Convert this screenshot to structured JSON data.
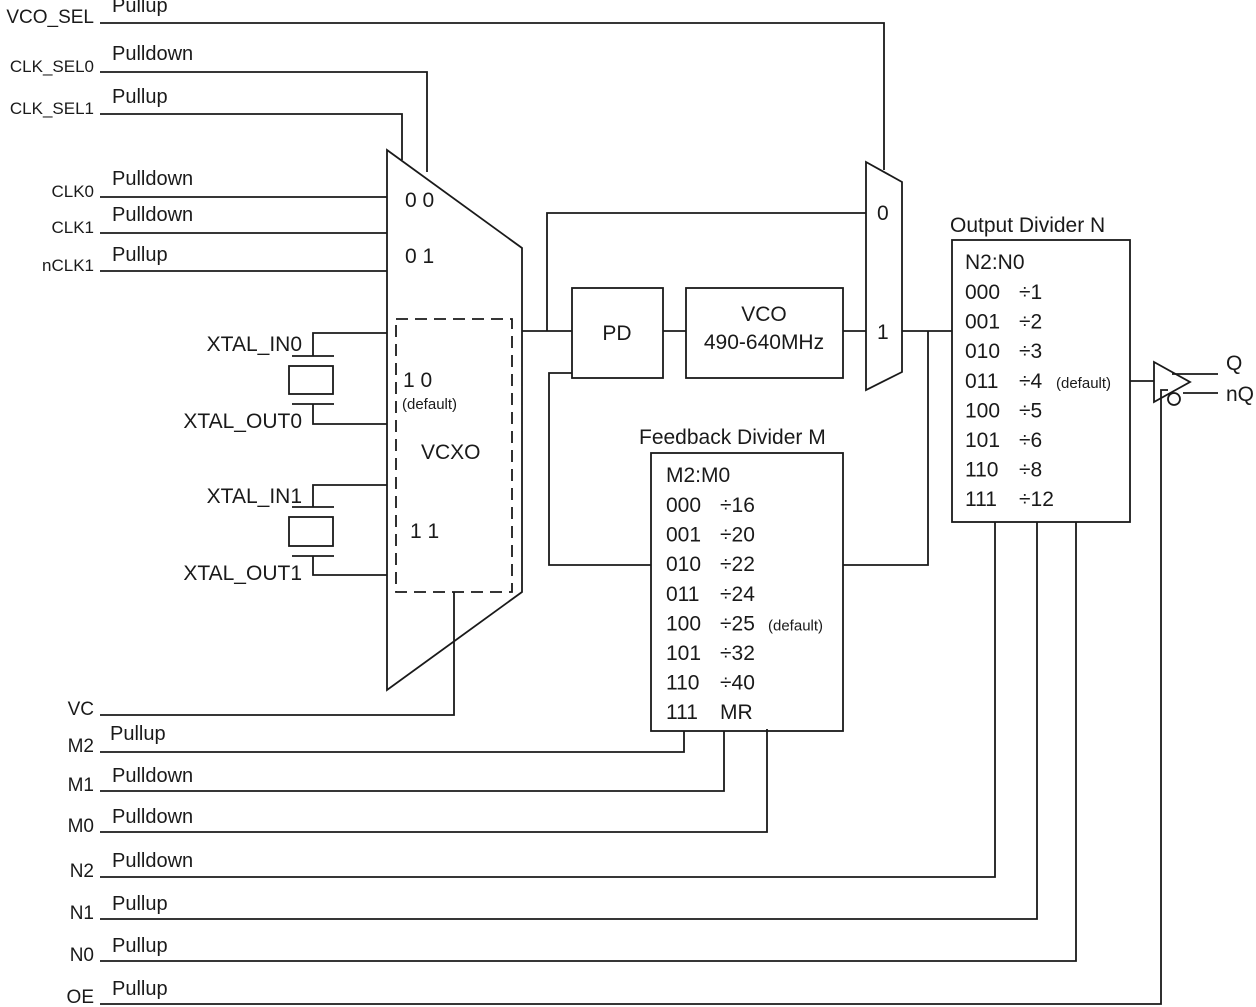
{
  "inputs": {
    "vco_sel": {
      "name": "VCO_SEL",
      "pull": "Pullup"
    },
    "clk_sel0": {
      "name": "CLK_SEL0",
      "pull": "Pulldown"
    },
    "clk_sel1": {
      "name": "CLK_SEL1",
      "pull": "Pullup"
    },
    "clk0": {
      "name": "CLK0",
      "pull": "Pulldown"
    },
    "clk1": {
      "name": "CLK1",
      "pull": "Pulldown"
    },
    "nclk1": {
      "name": "nCLK1",
      "pull": "Pullup"
    },
    "xtal_in0": "XTAL_IN0",
    "xtal_out0": "XTAL_OUT0",
    "xtal_in1": "XTAL_IN1",
    "xtal_out1": "XTAL_OUT1",
    "vc": "VC",
    "m2": {
      "name": "M2",
      "pull": "Pullup"
    },
    "m1": {
      "name": "M1",
      "pull": "Pulldown"
    },
    "m0": {
      "name": "M0",
      "pull": "Pulldown"
    },
    "n2": {
      "name": "N2",
      "pull": "Pulldown"
    },
    "n1": {
      "name": "N1",
      "pull": "Pullup"
    },
    "n0": {
      "name": "N0",
      "pull": "Pullup"
    },
    "oe": {
      "name": "OE",
      "pull": "Pullup"
    }
  },
  "input_mux": {
    "sel_00": "0 0",
    "sel_01": "0 1",
    "sel_10": "1 0",
    "sel_10_note": "(default)",
    "sel_11": "1 1",
    "vcxo": "VCXO"
  },
  "pd": "PD",
  "vco": {
    "line1": "VCO",
    "line2": "490-640MHz"
  },
  "vco_mux": {
    "in0": "0",
    "in1": "1"
  },
  "feedback_divider": {
    "title": "Feedback Divider M",
    "header": "M2:M0",
    "rows": [
      {
        "code": "000",
        "value": "÷16",
        "note": ""
      },
      {
        "code": "001",
        "value": "÷20",
        "note": ""
      },
      {
        "code": "010",
        "value": "÷22",
        "note": ""
      },
      {
        "code": "011",
        "value": "÷24",
        "note": ""
      },
      {
        "code": "100",
        "value": "÷25",
        "note": "(default)"
      },
      {
        "code": "101",
        "value": "÷32",
        "note": ""
      },
      {
        "code": "110",
        "value": "÷40",
        "note": ""
      },
      {
        "code": "111",
        "value": "MR",
        "note": ""
      }
    ]
  },
  "output_divider": {
    "title": "Output Divider N",
    "header": "N2:N0",
    "rows": [
      {
        "code": "000",
        "value": "÷1",
        "note": ""
      },
      {
        "code": "001",
        "value": "÷2",
        "note": ""
      },
      {
        "code": "010",
        "value": "÷3",
        "note": ""
      },
      {
        "code": "011",
        "value": "÷4",
        "note": "(default)"
      },
      {
        "code": "100",
        "value": "÷5",
        "note": ""
      },
      {
        "code": "101",
        "value": "÷6",
        "note": ""
      },
      {
        "code": "110",
        "value": "÷8",
        "note": ""
      },
      {
        "code": "111",
        "value": "÷12",
        "note": ""
      }
    ]
  },
  "outputs": {
    "q": "Q",
    "nq": "nQ"
  }
}
